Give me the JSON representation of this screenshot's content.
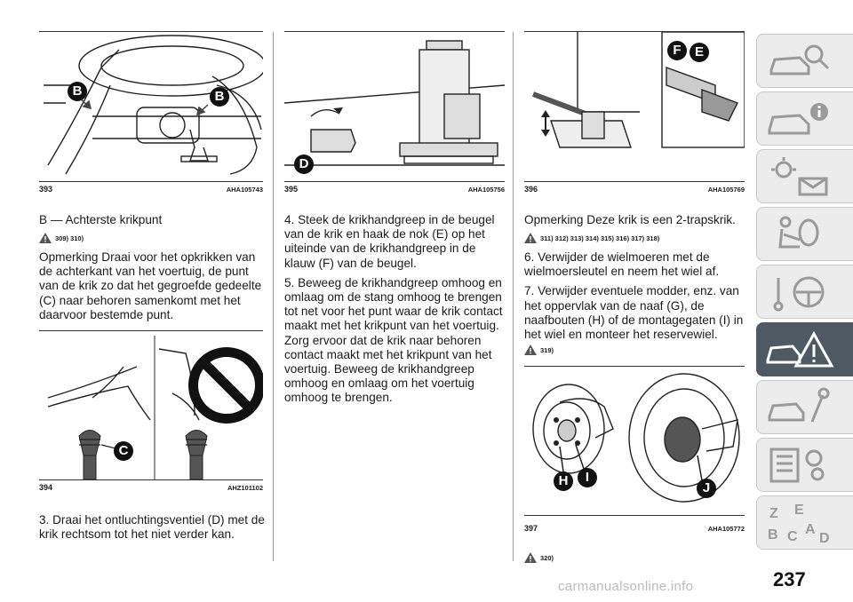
{
  "figures": {
    "f393": {
      "number": "393",
      "code": "AHA105743",
      "labels": [
        "B",
        "B"
      ]
    },
    "f394": {
      "number": "394",
      "code": "AHZ101102",
      "labels": [
        "C"
      ]
    },
    "f395": {
      "number": "395",
      "code": "AHA105756",
      "labels": [
        "D"
      ]
    },
    "f396": {
      "number": "396",
      "code": "AHA105769",
      "labels": [
        "F",
        "E"
      ]
    },
    "f397": {
      "number": "397",
      "code": "AHA105772",
      "labels": [
        "H",
        "I",
        "J"
      ]
    }
  },
  "col1": {
    "heading": "B — Achterste krikpunt",
    "warn_refs": "309) 310)",
    "note": "Opmerking  Draai voor het opkrikken van de achterkant van het voertuig, de punt van de krik zo dat het gegroefde gedeelte (C) naar behoren samenkomt met het daarvoor bestemde punt.",
    "step3": "3. Draai het ontluchtingsventiel (D) met de krik rechtsom tot het niet verder kan."
  },
  "col2": {
    "step4": "4. Steek de krikhandgreep in de beugel van de krik en haak de nok (E) op het uiteinde van de krikhandgreep in de klauw (F) van de beugel.",
    "step5": "5. Beweeg de krikhandgreep omhoog en omlaag om de stang omhoog te brengen tot net voor het punt waar de krik contact maakt met het krikpunt van het voertuig. Zorg ervoor dat de krik naar behoren contact maakt met het krikpunt van het voertuig. Beweeg de krikhandgreep omhoog en omlaag om het voertuig omhoog te brengen."
  },
  "col3": {
    "note": "Opmerking  Deze krik is een 2-trapskrik.",
    "warn_refs": "311) 312) 313) 314) 315) 316) 317) 318)",
    "step6": "6. Verwijder de wielmoeren met de wielmoersleutel en neem het wiel af.",
    "step7": "7. Verwijder eventuele modder, enz. van het oppervlak van de naaf (G), de naafbouten (H) of de montagegaten (I) in het wiel en monteer het reservewiel.",
    "warn_ref2": "319)",
    "warn_ref3": "320)"
  },
  "page_number": "237",
  "watermark": "carmanualsonline.info",
  "sidebar": {
    "tabs": [
      {
        "icon": "car-search-icon"
      },
      {
        "icon": "car-info-icon"
      },
      {
        "icon": "dashboard-lights-mail-icon"
      },
      {
        "icon": "seat-airbag-icon"
      },
      {
        "icon": "steering-wheel-icon"
      },
      {
        "icon": "car-warning-triangle-icon",
        "active": true
      },
      {
        "icon": "car-wrench-icon"
      },
      {
        "icon": "spec-sheet-gears-icon"
      },
      {
        "icon": "alphabet-index-icon"
      }
    ],
    "active_color": "#4d5a64"
  }
}
